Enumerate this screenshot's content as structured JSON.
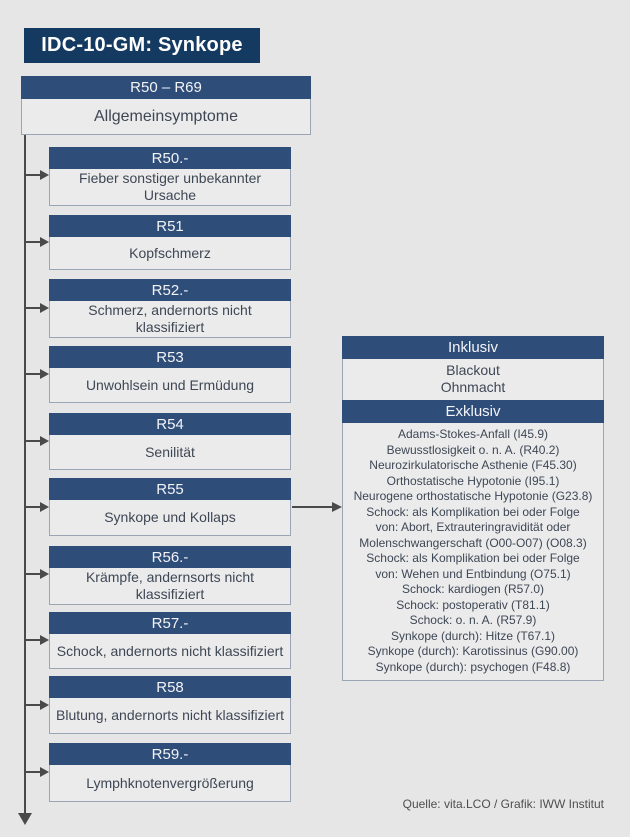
{
  "page": {
    "title": "IDC-10-GM: Synkope",
    "footer": "Quelle: vita.LCO / Grafik: IWW Institut"
  },
  "root_box": {
    "code": "R50 – R69",
    "label": "Allgemeinsymptome"
  },
  "children": [
    {
      "code": "R50.-",
      "label": "Fieber sonstiger unbekannter Ursache"
    },
    {
      "code": "R51",
      "label": "Kopfschmerz"
    },
    {
      "code": "R52.-",
      "label": "Schmerz, andernorts nicht klassifiziert"
    },
    {
      "code": "R53",
      "label": "Unwohlsein und Ermüdung"
    },
    {
      "code": "R54",
      "label": "Senilität"
    },
    {
      "code": "R55",
      "label": "Synkope und Kollaps"
    },
    {
      "code": "R56.-",
      "label": "Krämpfe, andernsorts nicht klassifiziert"
    },
    {
      "code": "R57.-",
      "label": "Schock, andernorts nicht klassifiziert"
    },
    {
      "code": "R58",
      "label": "Blutung, andernorts nicht klassifiziert"
    },
    {
      "code": "R59.-",
      "label": "Lymphknotenvergrößerung"
    }
  ],
  "detail_box": {
    "inklusiv_header": "Inklusiv",
    "inklusiv_items": [
      "Blackout",
      "Ohnmacht"
    ],
    "exklusiv_header": "Exklusiv",
    "exklusiv_items": [
      "Adams-Stokes-Anfall (I45.9)",
      "Bewusstlosigkeit o. n. A. (R40.2)",
      "Neurozirkulatorische Asthenie (F45.30)",
      "Orthostatische Hypotonie (I95.1)",
      "Neurogene orthostatische Hypotonie (G23.8)",
      "Schock: als Komplikation bei oder Folge",
      "von: Abort, Extrauteringravidität oder",
      "Molenschwangerschaft (O00-O07) (O08.3)",
      "Schock: als Komplikation bei oder Folge",
      "von: Wehen und Entbindung (O75.1)",
      "Schock: kardiogen (R57.0)",
      "Schock: postoperativ (T81.1)",
      "Schock: o. n. A. (R57.9)",
      "Synkope (durch): Hitze (T67.1)",
      "Synkope (durch): Karotissinus (G90.00)",
      "Synkope (durch): psychogen (F48.8)"
    ]
  },
  "colors": {
    "page_bg": "#e6e6e7",
    "title_bg": "#143a61",
    "header_bg": "#2f4d79",
    "box_bg": "#ebebec",
    "box_border": "#9aa6b6",
    "body_text": "#3e4754",
    "arrow": "#4a4a4a"
  }
}
